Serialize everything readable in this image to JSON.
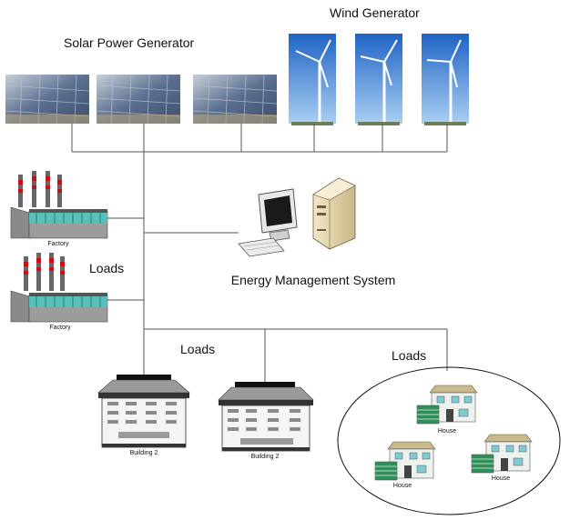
{
  "labels": {
    "solar": "Solar Power Generator",
    "wind": "Wind Generator",
    "ems": "Energy Management System",
    "loads_factories": "Loads",
    "loads_buildings": "Loads",
    "loads_houses": "Loads"
  },
  "factories": [
    {
      "caption": "Factory"
    },
    {
      "caption": "Factory"
    }
  ],
  "buildings": [
    {
      "caption": "Building 2"
    },
    {
      "caption": "Building 2"
    }
  ],
  "houses": [
    {
      "caption": "House"
    },
    {
      "caption": "House"
    },
    {
      "caption": "House"
    }
  ],
  "colors": {
    "line": "#555555",
    "sky": "#3a7fd0",
    "panel": "#4a6a9a",
    "factory_roof": "#4cc7c0",
    "chimney_band": "#c8101a",
    "house_roof": "#c9b88a",
    "house_wall": "#2f8f5a"
  }
}
